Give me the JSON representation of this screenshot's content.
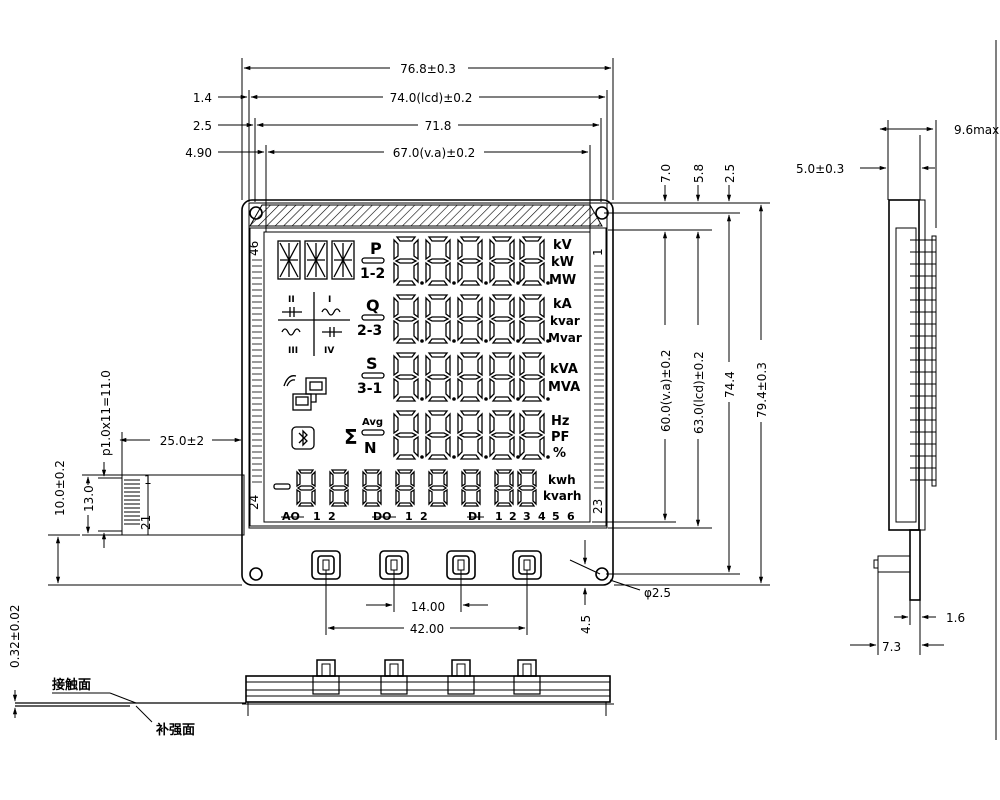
{
  "dimensions": {
    "top": [
      "76.8±0.3",
      "74.0(lcd)±0.2",
      "71.8",
      "67.0(v.a)±0.2"
    ],
    "top_left": [
      "1.4",
      "2.5",
      "4.90"
    ],
    "right_top": [
      "7.0",
      "5.8",
      "2.5"
    ],
    "right_vertical": [
      "60.0(v.a)±0.2",
      "63.0(lcd)±0.2",
      "74.4",
      "79.4±0.3"
    ],
    "left": [
      "p1.0x11=11.0",
      "25.0±2",
      "10.0±0.2",
      "13.0"
    ],
    "bottom": [
      "14.00",
      "42.00",
      "4.5",
      "φ2.5"
    ],
    "side": [
      "5.0±0.3",
      "9.6max",
      "1.6",
      "7.3"
    ],
    "bottom_left": "0.32±0.02"
  },
  "labels": {
    "contact_face": "接触面",
    "reinforcement_face": "补强面"
  },
  "lcd": {
    "pin_labels": [
      "46",
      "1",
      "24",
      "23"
    ],
    "fpc_labels": [
      "1",
      "21"
    ],
    "rows": [
      {
        "left_top": "P",
        "left_bottom": "1-2",
        "units": [
          "kV",
          "kW",
          "MW"
        ]
      },
      {
        "left_top": "Q",
        "left_bottom": "2-3",
        "units": [
          "kA",
          "kvar",
          "Mvar"
        ]
      },
      {
        "left_top": "S",
        "left_bottom": "3-1",
        "units": [
          "kVA",
          "MVA"
        ]
      },
      {
        "left_top": "Avg",
        "left_bottom": "N",
        "units": [
          "Hz",
          "PF",
          "%"
        ]
      }
    ],
    "sigma": "Σ",
    "bottom_units": [
      "kwh",
      "kvarh"
    ],
    "io_labels": [
      "AO",
      "1",
      "2",
      "DO",
      "1",
      "2",
      "DI",
      "1",
      "2",
      "3",
      "4",
      "5",
      "6"
    ],
    "quadrants": [
      "II",
      "I",
      "III",
      "IV"
    ]
  }
}
